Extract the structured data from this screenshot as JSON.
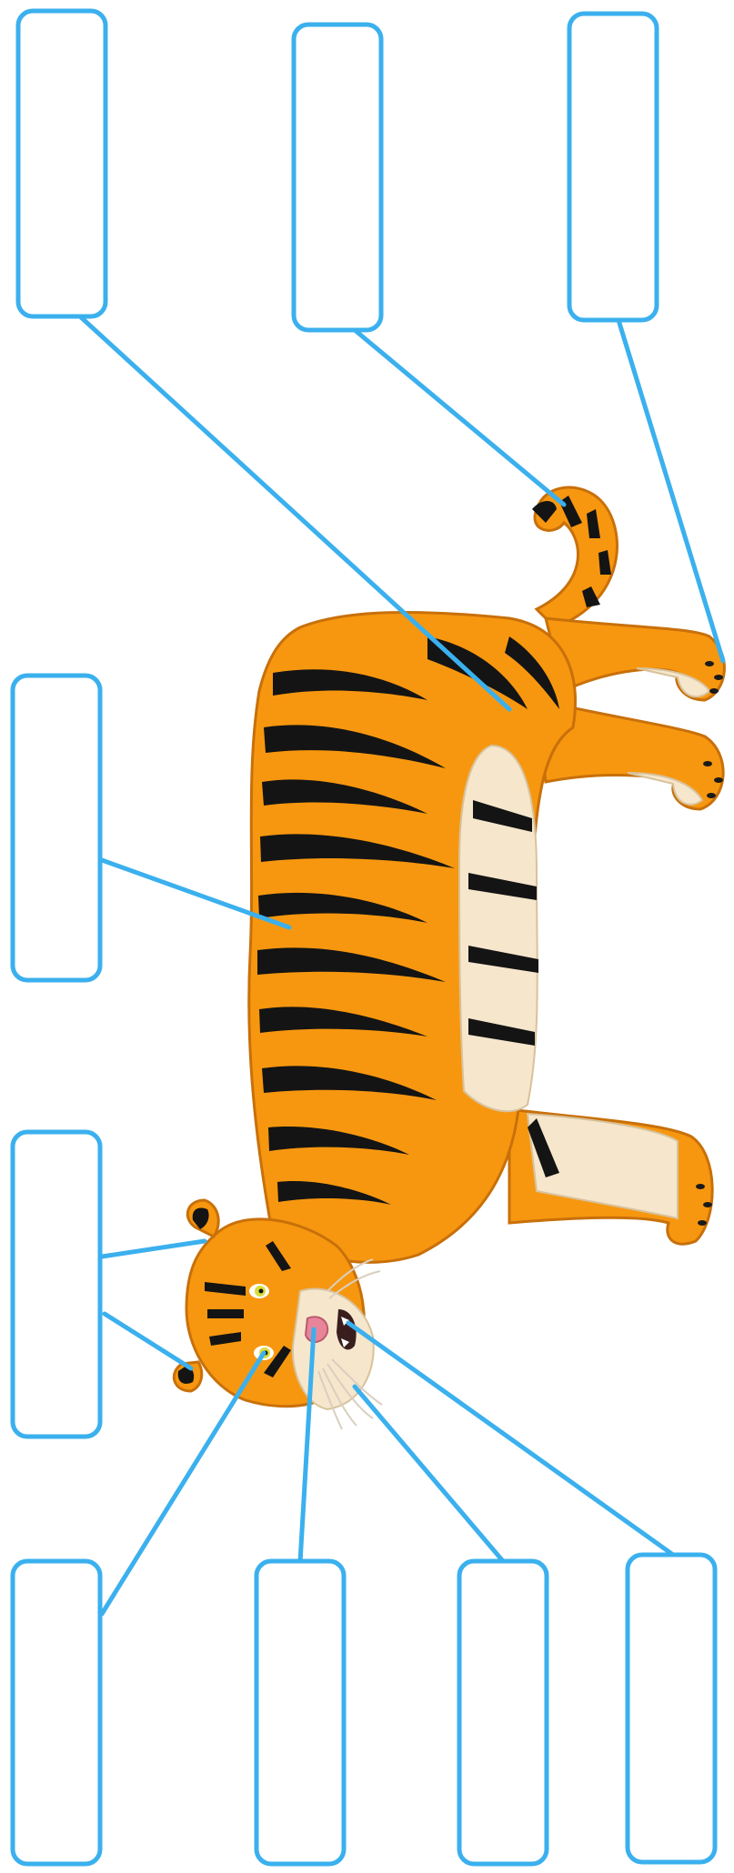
{
  "diagram": {
    "accent_color": "#3bb0ee",
    "fur_color": "#f7970f",
    "stripe_color": "#141414",
    "belly_color": "#f6e6cc",
    "subject_icon": "tiger-illustration",
    "label_boxes": [
      {
        "id": "top-left",
        "text": ""
      },
      {
        "id": "top-center",
        "text": ""
      },
      {
        "id": "top-right",
        "text": ""
      },
      {
        "id": "middle-left",
        "text": ""
      },
      {
        "id": "lower-left",
        "text": ""
      },
      {
        "id": "bottom-1",
        "text": ""
      },
      {
        "id": "bottom-2",
        "text": ""
      },
      {
        "id": "bottom-3",
        "text": ""
      },
      {
        "id": "bottom-4",
        "text": ""
      }
    ]
  }
}
